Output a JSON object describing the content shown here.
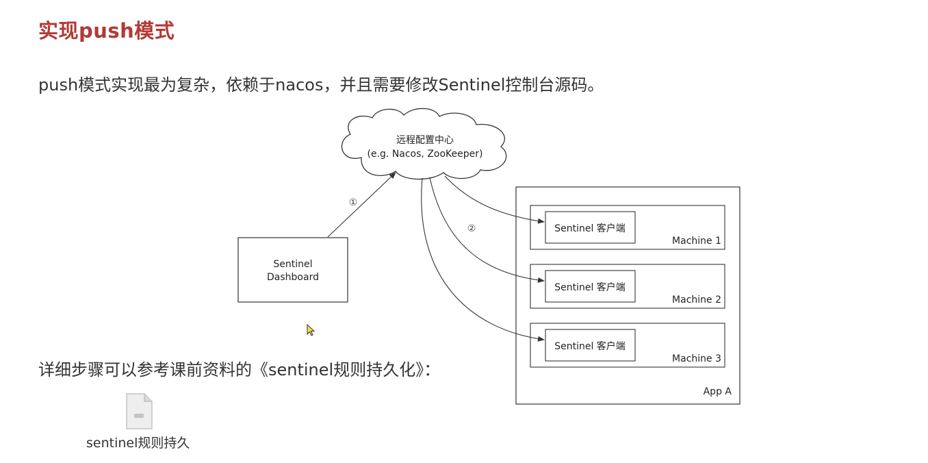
{
  "slide": {
    "title": "实现push模式",
    "intro": "push模式实现最为复杂，依赖于nacos，并且需要修改Sentinel控制台源码。",
    "steps_text": "详细步骤可以参考课前资料的《sentinel规则持久化》："
  },
  "diagram": {
    "cloud": {
      "line1": "远程配置中心",
      "line2": "(e.g. Nacos, ZooKeeper)"
    },
    "dashboard": {
      "line1": "Sentinel",
      "line2": "Dashboard"
    },
    "step1_label": "①",
    "step2_label": "②",
    "app_label": "App A",
    "machines": [
      {
        "label": "Machine 1",
        "client_label": "Sentinel 客户端"
      },
      {
        "label": "Machine 2",
        "client_label": "Sentinel 客户端"
      },
      {
        "label": "Machine 3",
        "client_label": "Sentinel 客户端"
      }
    ]
  },
  "attachment": {
    "file_name": "sentinel规则持久",
    "icon": "file-icon"
  },
  "colors": {
    "title": "#b13a36",
    "text": "#333333",
    "diagram_stroke": "#333333"
  }
}
